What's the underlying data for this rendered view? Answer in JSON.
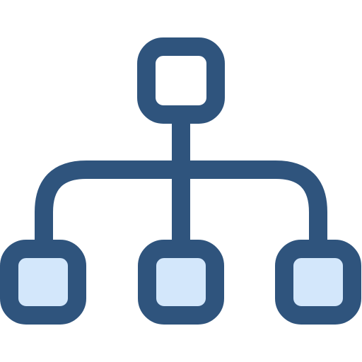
{
  "icon": {
    "name": "hierarchy-icon",
    "colors": {
      "stroke": "#2f547d",
      "root_fill": "#ffffff",
      "child_fill": "#d3e7fb",
      "background": "#ffffff"
    },
    "nodes": [
      {
        "id": "root",
        "fill_role": "root"
      },
      {
        "id": "child-left",
        "fill_role": "child"
      },
      {
        "id": "child-middle",
        "fill_role": "child"
      },
      {
        "id": "child-right",
        "fill_role": "child"
      }
    ]
  }
}
